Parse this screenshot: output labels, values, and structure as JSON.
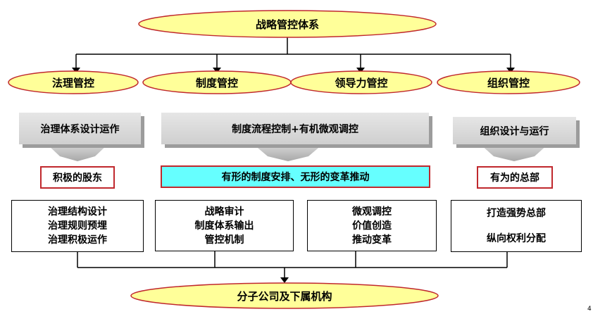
{
  "top": {
    "title": "战略管控体系"
  },
  "controls": [
    {
      "label": "法理管控"
    },
    {
      "label": "制度管控"
    },
    {
      "label": "领导力管控"
    },
    {
      "label": "组织管控"
    }
  ],
  "methods": [
    {
      "label": "治理体系设计运作"
    },
    {
      "label": "制度流程控制+有机微观调控"
    },
    {
      "label": "组织设计与运行"
    }
  ],
  "results": [
    {
      "label": "积极的股东"
    },
    {
      "label": "有形的制度安排、无形的变革推动"
    },
    {
      "label": "有为的总部"
    }
  ],
  "details": [
    {
      "lines": [
        "治理结构设计",
        "治理规则预埋",
        "治理积极运作"
      ]
    },
    {
      "lines": [
        "战略审计",
        "制度体系输出",
        "管控机制"
      ]
    },
    {
      "lines": [
        "微观调控",
        "价值创造",
        "推动变革"
      ]
    },
    {
      "lines": [
        "打造强势总部",
        "纵向权利分配"
      ]
    }
  ],
  "bottom": {
    "title": "分子公司及下属机构"
  },
  "corner_mark": "4",
  "colors": {
    "ellipse_fill": "#ffff99",
    "ellipse_border": "#c0282d",
    "cyan": "#66ffff",
    "red": "#c0282d"
  }
}
